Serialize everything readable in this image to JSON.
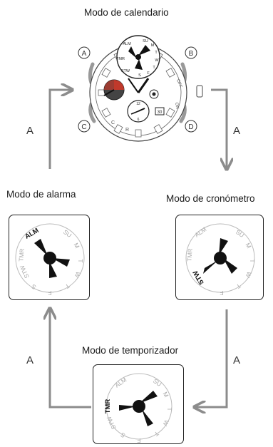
{
  "modes": {
    "calendar": {
      "title": "Modo de calendario"
    },
    "alarm": {
      "title": "Modo de alarma"
    },
    "stopwatch": {
      "title": "Modo de cronómetro"
    },
    "timer": {
      "title": "Modo de temporizador"
    }
  },
  "buttons": {
    "a": "A",
    "b": "B",
    "c": "C",
    "d": "D"
  },
  "flow_label": "A",
  "dial_labels": [
    "SU",
    "M",
    "T",
    "W",
    "T",
    "F",
    "S",
    "STW",
    "TMR",
    "ALM"
  ],
  "watch": {
    "bezel_text": [
      "OFF",
      "ON"
    ],
    "side_labels": [
      "C",
      "R"
    ],
    "subdial_numbers": [
      "12",
      "6"
    ],
    "date_window": "30"
  },
  "colors": {
    "line": "#222222",
    "arrow": "#8c8c8c",
    "subdial_red": "#c0392b"
  }
}
